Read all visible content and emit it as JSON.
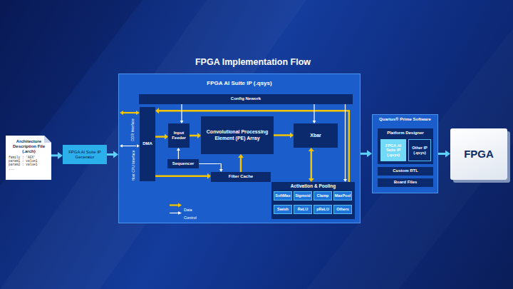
{
  "diagram": {
    "title": "FPGA Implementation Flow",
    "nodes": [
      {
        "text": [
          "Architecture Description File (.arch)",
          "family : 'AGX'",
          "param1 : value1",
          "param2 : value1",
          "..."
        ]
      },
      {
        "text": [
          "FPGA AI Suite IP Generator"
        ]
      },
      {
        "text": [
          "FPGA AI Suite IP (.qsys)"
        ]
      },
      {
        "text": [
          "Config Nework"
        ],
        "in": 2
      },
      {
        "text": [
          "DMA"
        ],
        "in": 2
      },
      {
        "text": [
          "Input Feeder"
        ],
        "in": 2
      },
      {
        "text": [
          "Sequencer"
        ],
        "in": 2
      },
      {
        "text": [
          "Convolutional Processing Element (PE) Array"
        ],
        "in": 2
      },
      {
        "text": [
          "Filter Cache"
        ],
        "in": 2
      },
      {
        "text": [
          "Xbar"
        ],
        "in": 2
      },
      {
        "text": [
          "Activation & Pooling"
        ],
        "in": 2
      },
      {
        "text": [
          "SoftMax"
        ],
        "in": 10
      },
      {
        "text": [
          "Sigmoid"
        ],
        "in": 10
      },
      {
        "text": [
          "Clamp"
        ],
        "in": 10
      },
      {
        "text": [
          "MaxPool"
        ],
        "in": 10
      },
      {
        "text": [
          "Swish"
        ],
        "in": 10
      },
      {
        "text": [
          "ReLU"
        ],
        "in": 10
      },
      {
        "text": [
          "pReLU"
        ],
        "in": 10
      },
      {
        "text": [
          "Others"
        ],
        "in": 10
      },
      {
        "text": [
          "Quartus® Prime Software"
        ]
      },
      {
        "text": [
          "Platform Designer"
        ],
        "in": 19
      },
      {
        "text": [
          "FPGA AI Suite IP (.qsys)"
        ],
        "in": 20
      },
      {
        "text": [
          "Other IP (.qsys)"
        ],
        "in": 20
      },
      {
        "text": [
          "Custom RTL"
        ],
        "in": 19
      },
      {
        "text": [
          "Board Files"
        ],
        "in": 19
      },
      {
        "text": [
          "FPGA"
        ]
      }
    ],
    "edges": [
      {
        "from": 0,
        "to": 1,
        "arrow": "to"
      },
      {
        "from": 1,
        "to": 2,
        "arrow": "to"
      },
      {
        "from": 2,
        "to": 19,
        "arrow": "to"
      },
      {
        "from": 19,
        "to": 25,
        "arrow": "to"
      },
      {
        "from": 4,
        "to": 5,
        "arrow": "to"
      },
      {
        "from": 5,
        "to": 7,
        "arrow": "to"
      },
      {
        "from": 7,
        "to": 9,
        "arrow": "to"
      },
      {
        "from": 9,
        "to": 10,
        "arrow": "both"
      },
      {
        "from": 8,
        "to": 7,
        "arrow": "to"
      },
      {
        "from": 4,
        "to": 8,
        "arrow": "to"
      },
      {
        "from": 10,
        "to": 4,
        "arrow": "to"
      },
      {
        "from": 6,
        "to": 5,
        "arrow": "to"
      },
      {
        "from": 6,
        "to": 8,
        "arrow": "to"
      },
      {
        "from": 3,
        "to": 5,
        "arrow": "to"
      },
      {
        "from": 3,
        "to": 9,
        "arrow": "to"
      },
      {
        "from": 3,
        "to": 10,
        "arrow": "to"
      }
    ],
    "labels": [
      "DDR Interface",
      "Host CPU Interface"
    ],
    "legend": [
      {
        "text": "Data"
      },
      {
        "text": "Control"
      }
    ]
  }
}
